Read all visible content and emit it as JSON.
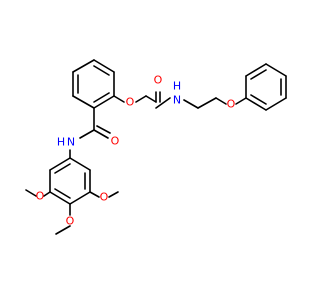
{
  "colors": {
    "bond": "#000000",
    "oxygen": "#ff0000",
    "nitrogen": "#0000ff",
    "background": "#ffffff"
  },
  "atoms": {
    "o_ether_top": "O",
    "o_amide_top": "O",
    "n_amide_top": "H",
    "n_amide_top_letter": "N",
    "o_phenoxy": "O",
    "o_amide_left": "O",
    "n_amide_left": "H",
    "n_amide_left_letter": "N",
    "o_methoxy_left": "O",
    "o_methoxy_right": "O",
    "o_methoxy_bottom": "O"
  }
}
